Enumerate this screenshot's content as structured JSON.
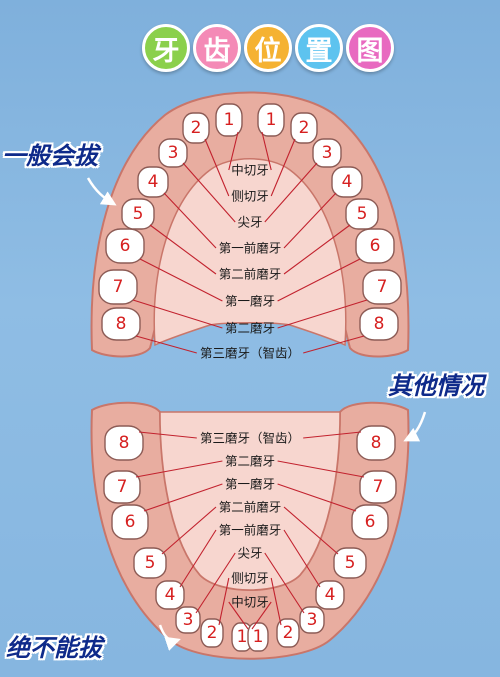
{
  "title_chars": [
    "牙",
    "齿",
    "位",
    "置",
    "图"
  ],
  "title_colors": [
    "#8bd04c",
    "#f48ab6",
    "#f5b232",
    "#5dc3ef",
    "#e86ac0"
  ],
  "side_labels": {
    "general": "一般会拔",
    "other": "其他情况",
    "never": "绝不能拔"
  },
  "upper_teeth_numbers": [
    "1",
    "2",
    "3",
    "4",
    "5",
    "6",
    "7",
    "8"
  ],
  "lower_teeth_numbers": [
    "1",
    "2",
    "3",
    "4",
    "5",
    "6",
    "7",
    "8"
  ],
  "upper_labels": [
    "中切牙",
    "侧切牙",
    "尖牙",
    "第一前磨牙",
    "第二前磨牙",
    "第一磨牙",
    "第二磨牙",
    "第三磨牙（智齿）"
  ],
  "lower_labels": [
    "第三磨牙（智齿）",
    "第二磨牙",
    "第一磨牙",
    "第二前磨牙",
    "第一前磨牙",
    "尖牙",
    "侧切牙",
    "中切牙"
  ],
  "colors": {
    "gum": "#e8ada0",
    "gum_dark": "#c9766a",
    "tooth": "#ffffff",
    "number": "#d62020",
    "leader": "#c2222e",
    "palate": "#f7d6cf",
    "label_text": "#1a1a1a",
    "side_text": "#0e2a8a"
  }
}
